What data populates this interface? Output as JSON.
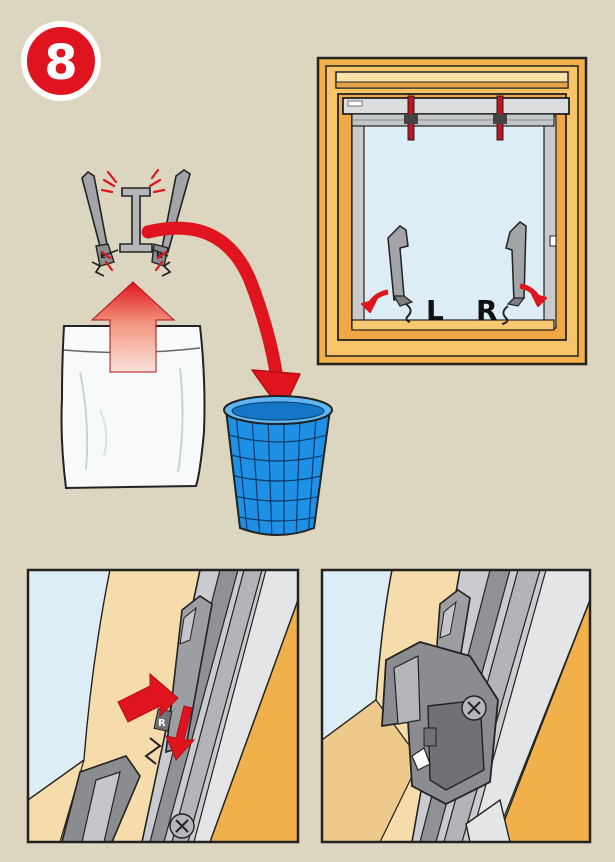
{
  "step_number": "8",
  "window_labels": {
    "left": "L",
    "right": "R"
  },
  "clip_labels": {
    "left": "L",
    "right": "R"
  },
  "colors": {
    "background": "#dcd6c1",
    "badge": "#e0141e",
    "arrow_red": "#e0141e",
    "frame_wood": "#f2b04a",
    "glass": "#dcedf5",
    "basket_blue": "#1e90e6",
    "bracket_gray": "#9c9ea2",
    "wall": "#f6dcaa"
  },
  "icons": {
    "badge": "step-badge-icon",
    "bracket": "clip-bracket-icon",
    "bag": "plastic-bag-icon",
    "basket": "waste-basket-icon",
    "window": "roof-window-icon"
  }
}
